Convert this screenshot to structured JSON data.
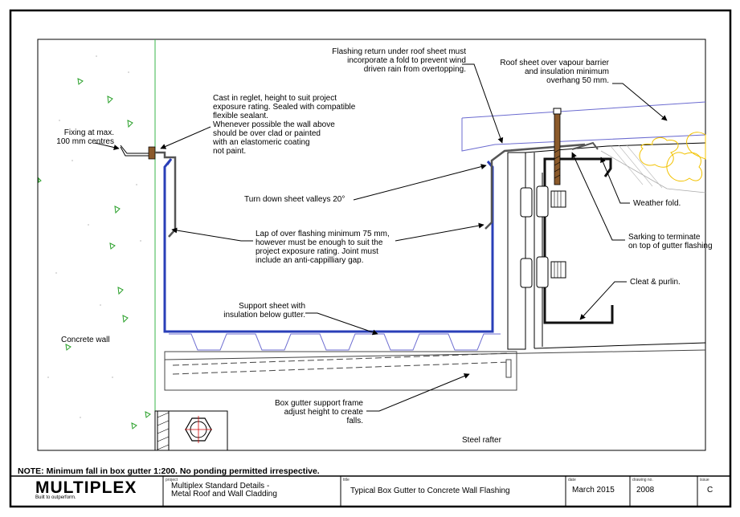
{
  "labels": {
    "fixing": "Fixing at max.\n100 mm centres",
    "reglet": "Cast in reglet, height to suit project\nexposure rating. Sealed with compatible\nflexible sealant.\nWhenever possible the wall above\nshould be over clad or painted\nwith an elastomeric coating\nnot paint.",
    "flashing_return": "Flashing return under roof sheet must\nincorporate a fold to prevent wind\ndriven rain from overtopping.",
    "roof_sheet": "Roof sheet over vapour barrier\nand insulation minimum\noverhang 50 mm.",
    "turn_down": "Turn down sheet valleys 20°",
    "weather_fold": "Weather fold.",
    "sarking": "Sarking to terminate\non top of gutter flashing",
    "lap": "Lap of over flashing minimum 75 mm,\nhowever must be enough to suit the\nproject exposure rating. Joint must\ninclude an anti-cappilliary gap.",
    "cleat": "Cleat & purlin.",
    "support_sheet": "Support sheet with\ninsulation below gutter.",
    "concrete_wall": "Concrete wall",
    "box_gutter_frame": "Box gutter support frame\nadjust height to create\nfalls.",
    "steel_rafter": "Steel rafter"
  },
  "note": "NOTE: Minimum fall in box gutter 1:200. No ponding permitted irrespective.",
  "title_block": {
    "brand": "MULTIPLEX",
    "tagline": "Built to outperform.",
    "project_caption": "project",
    "project": "Multiplex Standard Details -\nMetal Roof and Wall Cladding",
    "title_caption": "title",
    "title": "Typical Box Gutter to Concrete Wall Flashing",
    "date_caption": "date",
    "date": "March 2015",
    "drawing_caption": "drawing no.",
    "drawing_no": "2008",
    "issue_caption": "issue",
    "issue": "C"
  },
  "colors": {
    "gutter_blue": "#2a3fb8",
    "roof_sheet_purple": "#6b6bd0",
    "aggregate_green": "#2aa02a",
    "wall_line_green": "#39b54a",
    "insulation_yellow": "#f2c200",
    "sealant_brown": "#8b5a2b",
    "bolt_red": "#d00000"
  }
}
